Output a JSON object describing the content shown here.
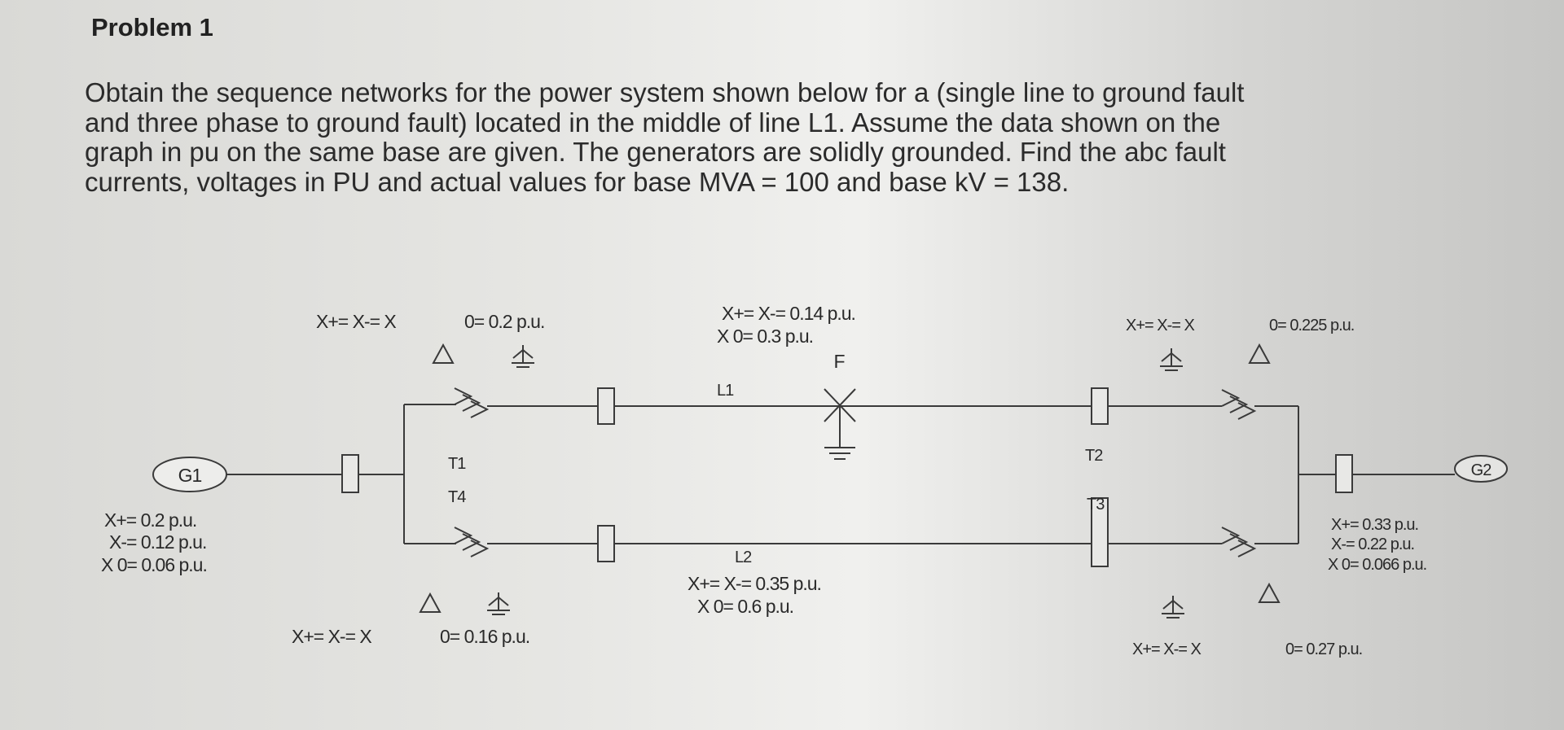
{
  "problem": {
    "title": "Problem 1",
    "lines": [
      "Obtain the sequence networks for the power system shown below for a (single line to ground fault",
      "and three phase to ground fault) located in the middle of line L1. Assume the data shown on the",
      "graph in pu on the same base are given. The generators are solidly grounded. Find the abc fault",
      "currents, voltages in PU and actual values for base MVA = 100 and base kV = 138."
    ]
  },
  "diagram": {
    "generators": {
      "g1": "G1",
      "g2": "G2"
    },
    "transformers": {
      "t1": "T1",
      "t2": "T2",
      "t3": "T3",
      "t4": "T4"
    },
    "lines": {
      "l1": "L1",
      "l2": "L2"
    },
    "fault": "F",
    "labels": {
      "t1_pos_neg": "X+= X-= X",
      "t1_zero": "0= 0.2 p.u.",
      "t4_pos_neg": "X+= X-= X",
      "t4_zero": "0= 0.16 p.u.",
      "t2_pos_neg": "X+= X-= X",
      "t2_zero": "0= 0.225 p.u.",
      "t3_pos_neg": "X+= X-= X",
      "t3_zero": "0= 0.27 p.u.",
      "l1_pos_neg": "X+= X-= 0.14 p.u.",
      "l1_zero": "X 0= 0.3 p.u.",
      "l2_pos_neg": "X+= X-= 0.35 p.u.",
      "l2_zero": "X 0= 0.6 p.u.",
      "g1_pos": "X+= 0.2 p.u.",
      "g1_neg": "X-= 0.12 p.u.",
      "g1_zero": "X 0= 0.06 p.u.",
      "g2_pos": "X+= 0.33 p.u.",
      "g2_neg": "X-= 0.22 p.u.",
      "g2_zero": "X 0= 0.066 p.u."
    }
  }
}
